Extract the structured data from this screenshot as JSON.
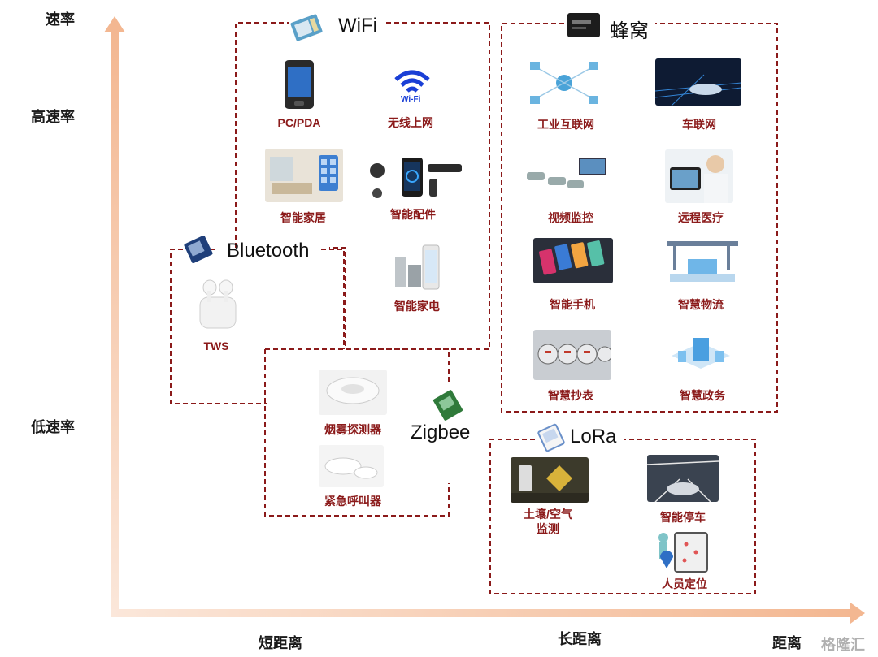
{
  "axes": {
    "y_title": "速率",
    "y_high": "高速率",
    "y_low": "低速率",
    "x_short": "短距离",
    "x_long": "长距离",
    "x_title": "距离"
  },
  "groups": {
    "wifi": {
      "title": "WiFi",
      "items": [
        "PC/PDA",
        "无线上网",
        "智能家居",
        "智能配件",
        "智能家电"
      ],
      "wifi_logo_text": "Wi-Fi"
    },
    "cellular": {
      "title": "蜂窝",
      "items": [
        "工业互联网",
        "车联网",
        "视频监控",
        "远程医疗",
        "智能手机",
        "智慧物流",
        "智慧抄表",
        "智慧政务"
      ]
    },
    "bluetooth": {
      "title": "Bluetooth",
      "items": [
        "TWS"
      ]
    },
    "zigbee": {
      "title": "Zigbee",
      "items": [
        "烟雾探测器",
        "紧急呼叫器"
      ]
    },
    "lora": {
      "title": "LoRa",
      "items": [
        "土壤/空气",
        "监测",
        "智能停车",
        "人员定位"
      ]
    }
  },
  "watermark": "格隆汇",
  "colors": {
    "box_border": "#8b1a1a",
    "label": "#8b1a1a",
    "axis_start": "#f8d9c6",
    "axis_end": "#f2b48e"
  }
}
